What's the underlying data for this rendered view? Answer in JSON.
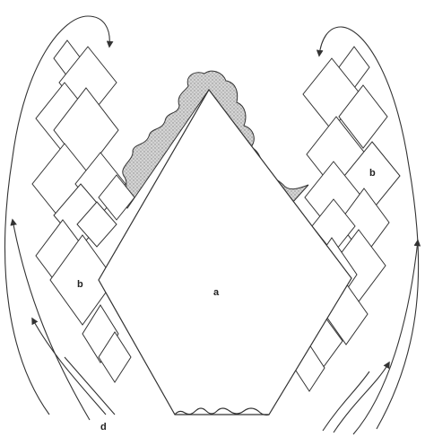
{
  "labels": {
    "central": "a",
    "left_cluster": "b",
    "right_cluster": "b",
    "flow": "d"
  },
  "colors": {
    "line": "#333333",
    "fill": "#ffffff",
    "stipple_fill": "#d4d4d4",
    "stipple_dot": "#8a8a8a"
  }
}
